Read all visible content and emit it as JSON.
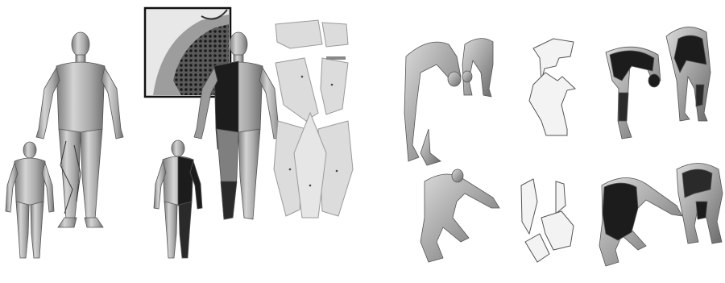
{
  "figure": {
    "panels": [
      {
        "id": "left",
        "content": "suit-pattern-on-standing-figures"
      },
      {
        "id": "right",
        "content": "suit-pattern-on-bending-figures"
      }
    ],
    "colors": {
      "background": "#ffffff",
      "body_gray": "#b9b9b9",
      "body_dark": "#8a8a8a",
      "suit_black": "#1c1c1c",
      "pattern_fill": "#dcdcdc",
      "pattern_line": "#9a9a9a",
      "outline": "#333333"
    }
  }
}
